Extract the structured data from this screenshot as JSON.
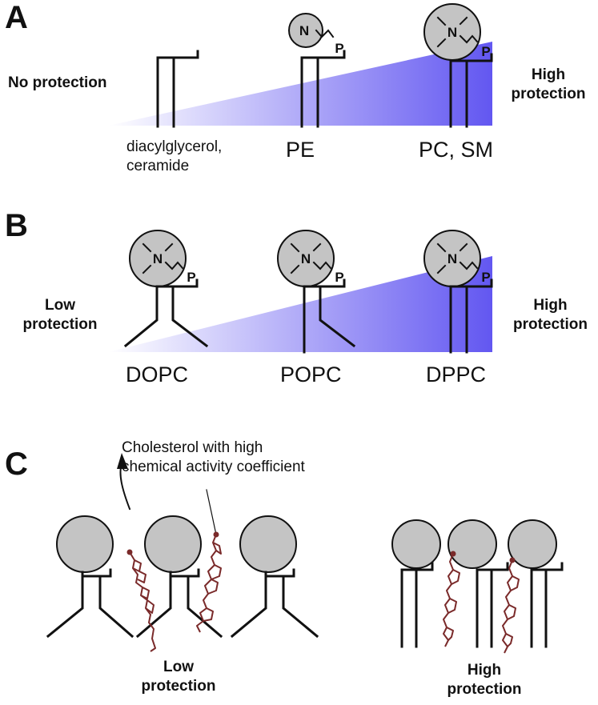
{
  "panels": {
    "a": "A",
    "b": "B",
    "c": "C"
  },
  "panel_a": {
    "left_label": "No protection",
    "right_label_line1": "High",
    "right_label_line2": "protection",
    "lipids": [
      {
        "line1": "diacylglycerol,",
        "line2": "ceramide"
      },
      {
        "line1": "PE"
      },
      {
        "line1": "PC, SM"
      }
    ]
  },
  "panel_b": {
    "left_label_line1": "Low",
    "left_label_line2": "protection",
    "right_label_line1": "High",
    "right_label_line2": "protection",
    "lipids": [
      "DOPC",
      "POPC",
      "DPPC"
    ]
  },
  "panel_c": {
    "callout_line1": "Cholesterol with high",
    "callout_line2": "chemical activity coefficient",
    "left_label_line1": "Low",
    "left_label_line2": "protection",
    "right_label_line1": "High",
    "right_label_line2": "protection"
  },
  "atoms": {
    "nitrogen": "N",
    "phosphorus": "P"
  },
  "colors": {
    "gradient": "#5a4ef0",
    "headgroup_fill": "#c4c4c4",
    "cholesterol": "#7a2a2a",
    "line": "#111111"
  }
}
